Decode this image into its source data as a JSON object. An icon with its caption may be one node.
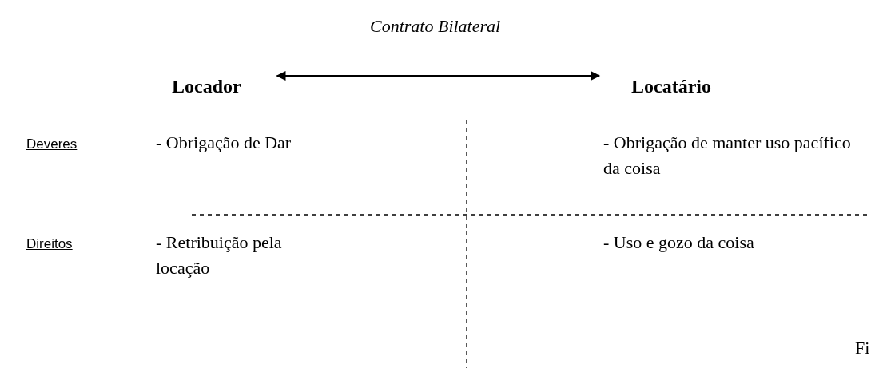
{
  "diagram": {
    "title": "Contrato Bilateral",
    "nodes": [
      {
        "text": [
          "Locador"
        ]
      },
      {
        "text": [
          "Locatário"
        ]
      }
    ],
    "edges": [
      {
        "from": 0,
        "to": 1,
        "arrow": "both"
      }
    ],
    "labels": [
      "Deveres",
      "- Obrigação de Dar",
      "- Obrigação de manter uso pacífico da coisa",
      "Direitos",
      "- Retribuição pela locação",
      "- Uso e gozo da coisa",
      "Fi"
    ]
  }
}
